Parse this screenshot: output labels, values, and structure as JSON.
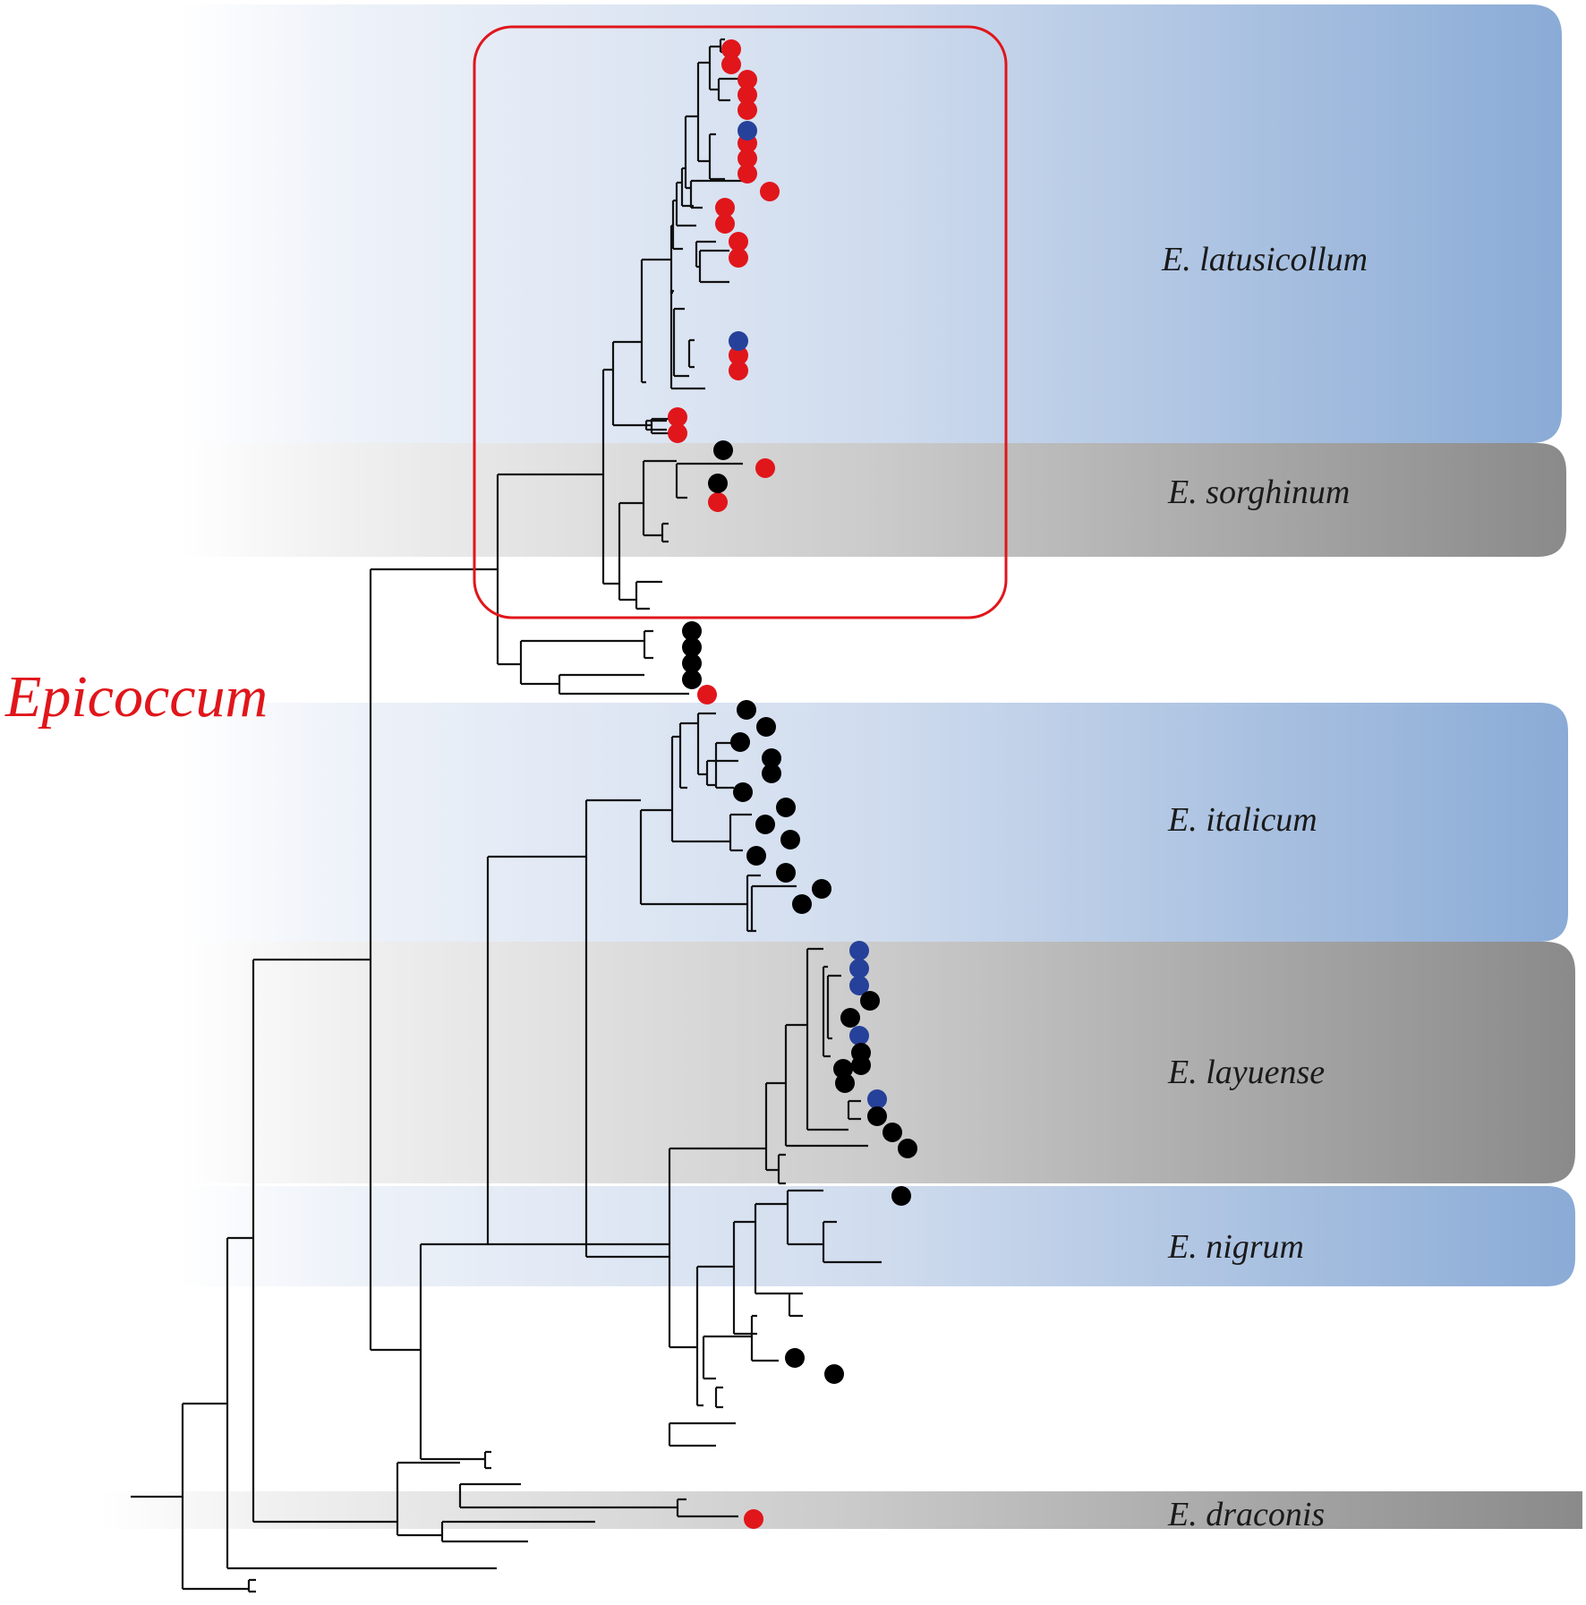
{
  "figure": {
    "genus_label": "Epicoccum",
    "colors": {
      "blue_band": "#8aabd6",
      "gray_band": "#8a8a8a",
      "highlight_box": "#e0161b",
      "dot_red": "#e0161b",
      "dot_blue": "#26419a",
      "dot_black": "#000000",
      "genus_label": "#e0161b"
    },
    "clades": [
      {
        "id": "latusicollum",
        "label": "E. latusicollum",
        "band": "blue"
      },
      {
        "id": "sorghinum",
        "label": "E. sorghinum",
        "band": "gray"
      },
      {
        "id": "italicum",
        "label": "E. italicum",
        "band": "blue"
      },
      {
        "id": "layuense",
        "label": "E. layuense",
        "band": "gray"
      },
      {
        "id": "nigrum",
        "label": "E. nigrum",
        "band": "blue"
      },
      {
        "id": "draconis",
        "label": "E. draconis",
        "band": "gray"
      }
    ]
  }
}
